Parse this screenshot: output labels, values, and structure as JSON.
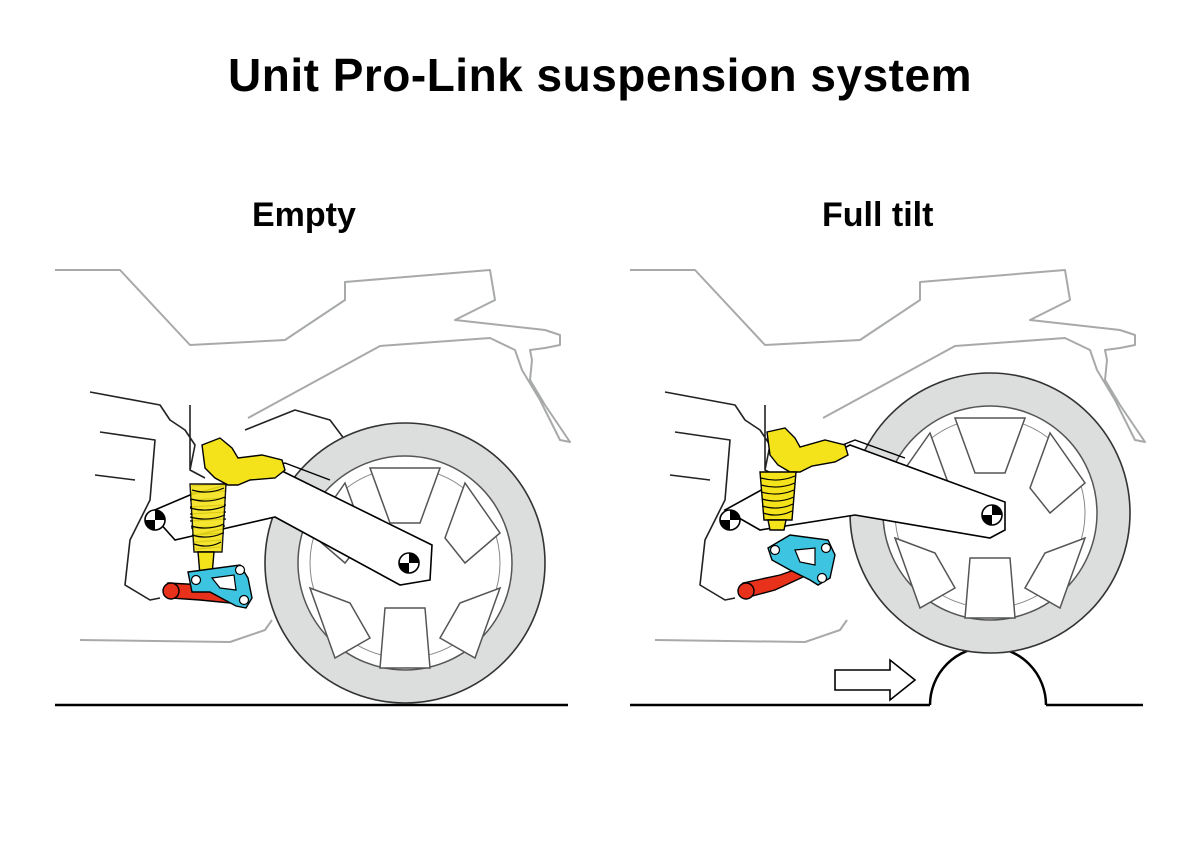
{
  "title": "Unit Pro-Link suspension system",
  "panels": [
    {
      "label": "Empty",
      "state": "extended"
    },
    {
      "label": "Full tilt",
      "state": "compressed"
    }
  ],
  "colors": {
    "shock": "#f4e31a",
    "linkage": "#3cc4e0",
    "tie_rod": "#e8311a",
    "tire": "#dcdddd",
    "outline": "#a8aaaa",
    "ground": "#000000"
  },
  "icons": [
    "pivot-icon",
    "arrow-right-icon"
  ]
}
